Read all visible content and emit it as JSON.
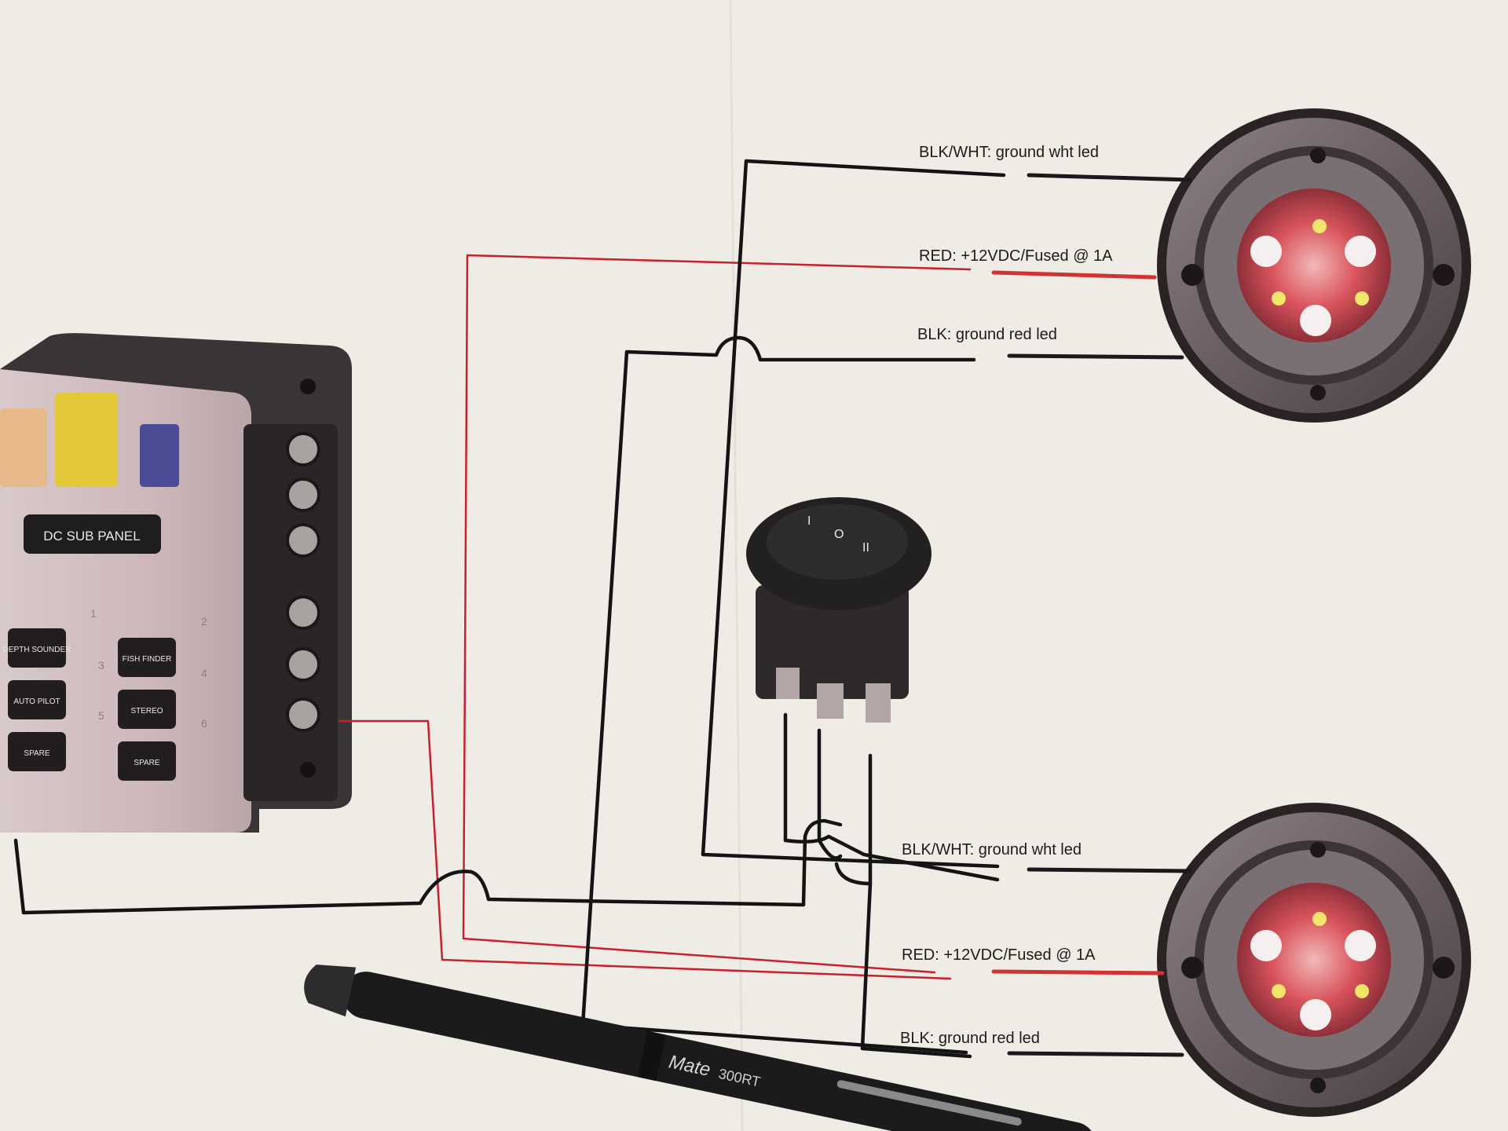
{
  "panel": {
    "title": "DC SUB PANEL",
    "circuits": [
      {
        "label": "DEPTH SOUNDER",
        "number": "1"
      },
      {
        "label": "FISH FINDER",
        "number": "2"
      },
      {
        "label": "AUTO PILOT",
        "number": "3"
      },
      {
        "label": "STEREO",
        "number": "4"
      },
      {
        "label": "SPARE",
        "number": "5"
      },
      {
        "label": "SPARE",
        "number": "6"
      }
    ]
  },
  "switch": {
    "positions": [
      "I",
      "O",
      "II"
    ]
  },
  "lights": [
    {
      "wires": [
        {
          "label": "BLK/WHT: ground wht led",
          "color": "#1a1a1a"
        },
        {
          "label": "RED: +12VDC/Fused @ 1A",
          "color": "#d23232"
        },
        {
          "label": "BLK: ground red led",
          "color": "#1a1a1a"
        }
      ]
    },
    {
      "wires": [
        {
          "label": "BLK/WHT: ground wht led",
          "color": "#1a1a1a"
        },
        {
          "label": "RED: +12VDC/Fused @ 1A",
          "color": "#d23232"
        },
        {
          "label": "BLK: ground red led",
          "color": "#1a1a1a"
        }
      ]
    }
  ],
  "pen": {
    "brand": "Mate",
    "model": "300RT"
  },
  "colors": {
    "paper": "#efece6",
    "ink_black": "#141414",
    "ink_red": "#c8212b",
    "light_ring": "#6f6468",
    "led_glow": "#d6404a"
  }
}
